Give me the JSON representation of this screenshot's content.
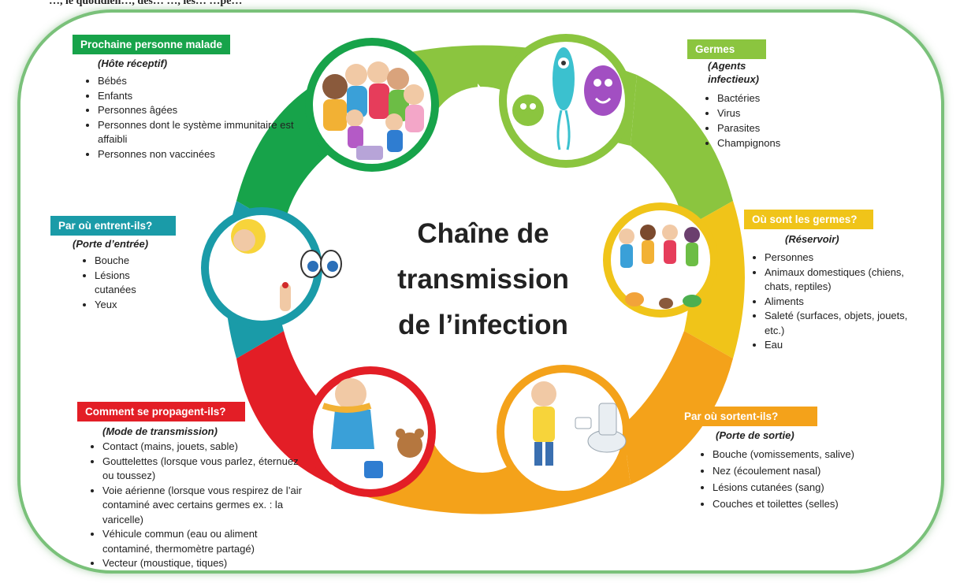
{
  "top_fragment": "…, le quotidien…, des…       …, les…    …pe…",
  "center_title": [
    "Chaîne de",
    "transmission",
    "de l’infection"
  ],
  "colors": {
    "green": "#8bc53f",
    "dark_green": "#17a34a",
    "yellow": "#f0c419",
    "orange": "#f4a21a",
    "red": "#e31e26",
    "teal": "#1a9ba8",
    "frame": "#7ac17a"
  },
  "sections": {
    "next_person": {
      "title": "Prochaine personne malade",
      "subtitle": "(Hôte réceptif)",
      "items": [
        "Bébés",
        "Enfants",
        "Personnes âgées",
        "Personnes dont le système immunitaire est affaibli",
        "Personnes non vaccinées"
      ]
    },
    "germs": {
      "title": "Germes",
      "subtitle_line1": "(Agents",
      "subtitle_line2": "infectieux)",
      "items": [
        "Bactéries",
        "Virus",
        "Parasites",
        "Champignons"
      ]
    },
    "reservoir": {
      "title": "Où sont les germes?",
      "subtitle": "(Réservoir)",
      "items": [
        "Personnes",
        "Animaux domestiques (chiens, chats, reptiles)",
        "Aliments",
        "Saleté (surfaces, objets, jouets, etc.)",
        "Eau"
      ]
    },
    "exit": {
      "title": "Par où sortent-ils?",
      "subtitle": "(Porte de sortie)",
      "items": [
        "Bouche (vomissements, salive)",
        "Nez (écoulement nasal)",
        "Lésions cutanées (sang)",
        "Couches et toilettes (selles)"
      ]
    },
    "transmission": {
      "title": "Comment se propagent-ils?",
      "subtitle": "(Mode de transmission)",
      "items": [
        "Contact (mains, jouets, sable)",
        "Gouttelettes (lorsque vous parlez, éternuez ou toussez)",
        "Voie aérienne (lorsque vous respirez de l’air contaminé avec certains germes ex. : la varicelle)",
        "Véhicule commun (eau ou aliment contaminé, thermomètre partagé)",
        "Vecteur (moustique, tiques)"
      ]
    },
    "entry": {
      "title": "Par où entrent-ils?",
      "subtitle": "(Porte d’entrée)",
      "items": [
        "Bouche",
        "Lésions cutanées",
        "Yeux"
      ]
    }
  },
  "illustrations": [
    "people-group-illustration",
    "germs-illustration",
    "children-pets-illustration",
    "sick-boy-toilet-illustration",
    "sneezing-child-illustration",
    "child-eyes-finger-illustration"
  ]
}
